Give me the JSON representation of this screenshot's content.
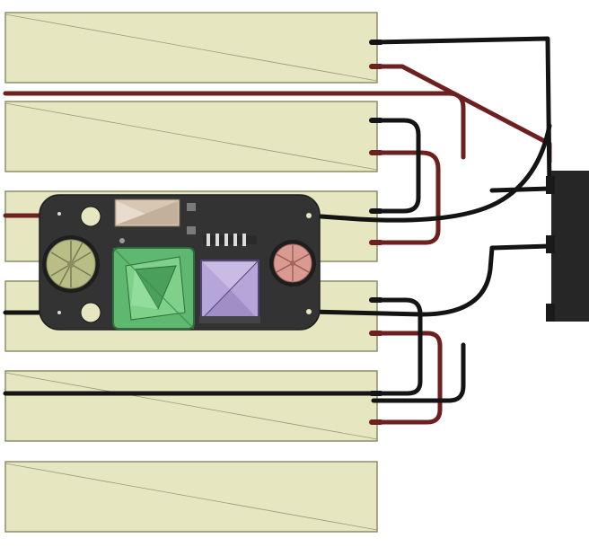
{
  "scene": {
    "colors": {
      "background": "#ffffff",
      "panel_fill": "#e6e6c1",
      "panel_stroke": "#8d8d6a",
      "board_fill": "#333333",
      "black_wire": "#141414",
      "red_wire": "#6e1f1f",
      "housing": "#262626",
      "green_module": "#5fb86f",
      "purple_module": "#b6a5d8",
      "pink_fan": "#d99a92",
      "olive_fan": "#b9bd86",
      "beige_module": "#d7c7b3"
    },
    "panels": [
      {
        "name": "panel-1"
      },
      {
        "name": "panel-2"
      },
      {
        "name": "panel-3"
      },
      {
        "name": "panel-4"
      },
      {
        "name": "panel-5"
      },
      {
        "name": "panel-6"
      }
    ],
    "components": {
      "circuit_board": "control-board",
      "left_fan": "olive-fan",
      "right_fan": "pink-fan",
      "heatsink": "green-module",
      "chip": "purple-module",
      "triangle_module": "beige-module",
      "housing": "connector-housing"
    }
  }
}
